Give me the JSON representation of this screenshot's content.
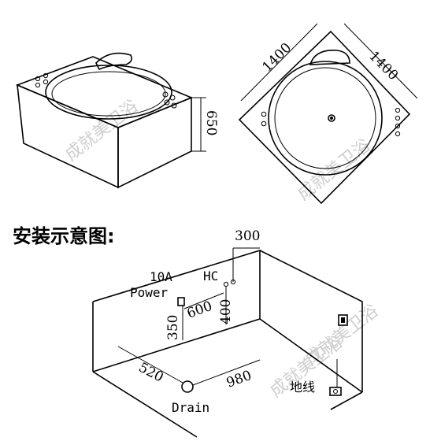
{
  "tub_side_view": {
    "height_label": "650"
  },
  "tub_top_view": {
    "side_a_label": "1400",
    "side_b_label": "1400"
  },
  "section_title": "安装示意图:",
  "install_diagram": {
    "power_rating": "10A",
    "power_label": "Power",
    "hc_label": "HC",
    "dim_300": "300",
    "dim_600": "600",
    "dim_400": "400",
    "dim_350": "350",
    "dim_520": "520",
    "dim_980": "980",
    "drain_label": "Drain",
    "ground_label": "地线"
  },
  "watermarks": [
    "成就美卫浴",
    "成就美卫浴",
    "成就美卫浴",
    "成就美卫浴"
  ]
}
